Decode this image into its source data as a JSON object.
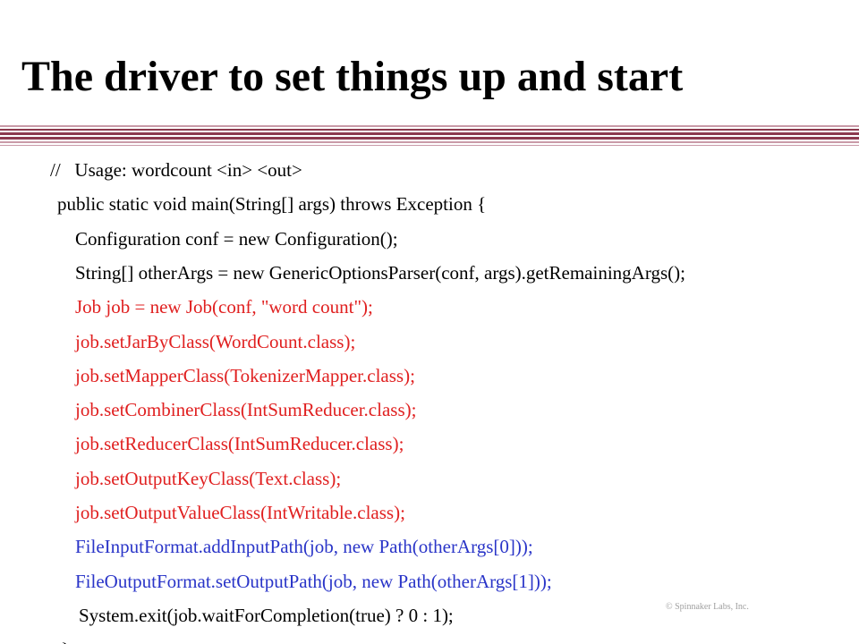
{
  "slide": {
    "title": "The driver to set things up and start",
    "code_lines": [
      {
        "text": "//   Usage: wordcount <in> <out>",
        "color": "#000000"
      },
      {
        "text": "public static void main(String[] args) throws Exception {",
        "color": "#000000"
      },
      {
        "text": "Configuration conf = new Configuration();",
        "color": "#000000"
      },
      {
        "text": "String[] otherArgs = new GenericOptionsParser(conf, args).getRemainingArgs();",
        "color": "#000000"
      },
      {
        "text": "Job job = new Job(conf, \"word count\");",
        "color": "#e02020"
      },
      {
        "text": "job.setJarByClass(WordCount.class);",
        "color": "#e02020"
      },
      {
        "text": "job.setMapperClass(TokenizerMapper.class);",
        "color": "#e02020"
      },
      {
        "text": "job.setCombinerClass(IntSumReducer.class);",
        "color": "#e02020"
      },
      {
        "text": "job.setReducerClass(IntSumReducer.class);",
        "color": "#e02020"
      },
      {
        "text": "job.setOutputKeyClass(Text.class);",
        "color": "#e02020"
      },
      {
        "text": "job.setOutputValueClass(IntWritable.class);",
        "color": "#e02020"
      },
      {
        "text": "FileInputFormat.addInputPath(job, new Path(otherArgs[0]));",
        "color": "#2a35c8"
      },
      {
        "text": "FileOutputFormat.setOutputPath(job, new Path(otherArgs[1]));",
        "color": "#2a35c8"
      },
      {
        "text": "System.exit(job.waitForCompletion(true) ? 0 : 1);",
        "color": "#000000"
      },
      {
        "text": "}",
        "color": "#000000"
      }
    ],
    "copyright": "© Spinnaker Labs, Inc.",
    "colors": {
      "title": "#000000",
      "stripe_dark": "#8c3a4e",
      "stripe_light": "#c99aa8",
      "copyright": "#a0a0a0"
    }
  }
}
